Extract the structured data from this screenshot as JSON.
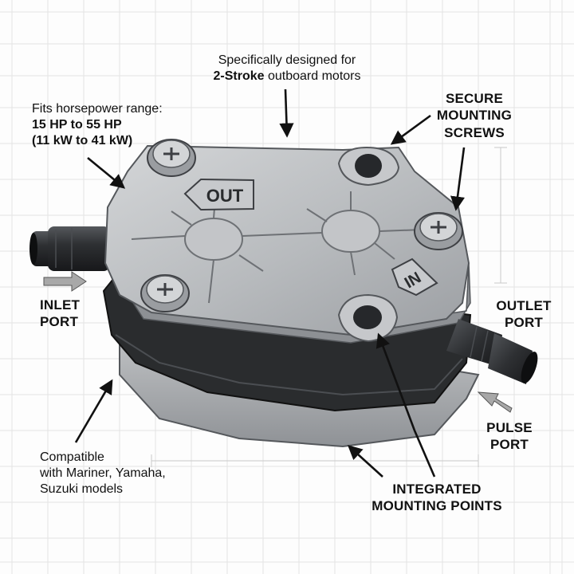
{
  "labels": {
    "designed": {
      "line1": "Specifically designed for",
      "line2_bold": "2-Stroke",
      "line2_rest": " outboard motors"
    },
    "horsepower": {
      "line1": "Fits horsepower range:",
      "line2": "15 HP to 55 HP",
      "line3": "(11 kW to 41 kW)"
    },
    "screws": {
      "line1": "SECURE",
      "line2": "MOUNTING",
      "line3": "SCREWS"
    },
    "inlet": {
      "line1": "INLET",
      "line2": "PORT"
    },
    "outlet": {
      "line1": "OUTLET",
      "line2": "PORT"
    },
    "pulse": {
      "line1": "PULSE",
      "line2": "PORT"
    },
    "compatible": {
      "line1": "Compatible",
      "line2": "with Mariner, Yamaha,",
      "line3": "Suzuki models"
    },
    "mounting_points": {
      "line1": "INTEGRATED",
      "line2": "MOUNTING POINTS"
    }
  },
  "pump_markings": {
    "out": "OUT",
    "in": "IN"
  },
  "colors": {
    "housing": "#b9bcbf",
    "housing_shadow": "#8d9094",
    "gasket": "#2a2c2e",
    "fitting": "#2b2d30",
    "arrow": "#111111",
    "flow_arrow": "#a8a8a8",
    "grid": "#e3e3e3"
  },
  "icons": [
    "phillips-screw-icon",
    "hose-barb-fitting-icon",
    "mounting-hole-icon",
    "flow-direction-arrow-icon"
  ]
}
